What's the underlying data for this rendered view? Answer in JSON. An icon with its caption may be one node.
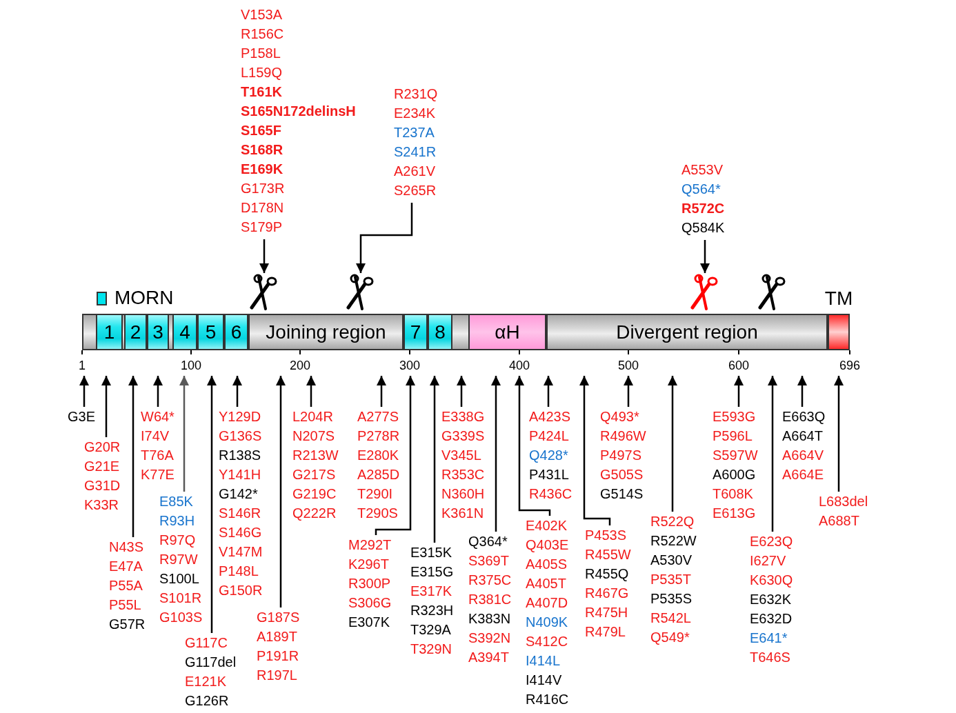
{
  "diagram": {
    "nodes": [
      {
        "text": [
          "V153A",
          "R156C",
          "P158L",
          "L159Q",
          "T161K",
          "S165N172delinsH",
          "S165F",
          "S168R",
          "E169K",
          "G173R",
          "D178N",
          "S179P"
        ]
      },
      {
        "text": [
          "R231Q",
          "E234K",
          "T237A",
          "S241R",
          "A261V",
          "S265R"
        ]
      },
      {
        "text": [
          "A553V",
          "Q564*",
          "R572C",
          "Q584K"
        ]
      },
      {
        "text": [],
        "shape": "picture"
      },
      {
        "text": [],
        "shape": "picture"
      },
      {
        "text": [],
        "shape": "picture"
      },
      {
        "text": [],
        "shape": "picture"
      },
      {
        "text": [],
        "shape": "bar"
      },
      {
        "text": [
          "1"
        ],
        "in": 7
      },
      {
        "text": [
          "2"
        ],
        "in": 7
      },
      {
        "text": [
          "3"
        ],
        "in": 7
      },
      {
        "text": [
          "4"
        ],
        "in": 7
      },
      {
        "text": [
          "5"
        ],
        "in": 7
      },
      {
        "text": [
          "6"
        ],
        "in": 7
      },
      {
        "text": [
          "Joining region"
        ],
        "in": 7
      },
      {
        "text": [
          "7"
        ],
        "in": 7
      },
      {
        "text": [
          "8"
        ],
        "in": 7
      },
      {
        "text": [
          "αH"
        ],
        "in": 7
      },
      {
        "text": [
          "Divergent region"
        ],
        "in": 7
      },
      {
        "text": [
          "TM"
        ],
        "in": 7
      },
      {
        "text": [
          "G3E"
        ]
      },
      {
        "text": [
          "G20R",
          "G21E",
          "G31D",
          "K33R"
        ]
      },
      {
        "text": [
          "N43S",
          "E47A",
          "P55A",
          "P55L",
          "G57R"
        ]
      },
      {
        "text": [
          "W64*",
          "I74V",
          "T76A",
          "K77E"
        ]
      },
      {
        "text": [
          "E85K",
          "R93H",
          "R97Q",
          "R97W",
          "S100L",
          "S101R",
          "G103S"
        ]
      },
      {
        "text": [
          "G117C",
          "G117del",
          "E121K",
          "G126R"
        ]
      },
      {
        "text": [
          "Y129D",
          "G136S",
          "R138S",
          "Y141H",
          "G142*",
          "S146R",
          "S146G",
          "V147M",
          "P148L",
          "G150R"
        ]
      },
      {
        "text": [
          "G187S",
          "A189T",
          "P191R",
          "R197L"
        ]
      },
      {
        "text": [
          "L204R",
          "N207S",
          "R213W",
          "G217S",
          "G219C",
          "Q222R"
        ]
      },
      {
        "text": [
          "A277S",
          "P278R",
          "E280K",
          "A285D",
          "T290I",
          "T290S"
        ]
      },
      {
        "text": [
          "M292T",
          "K296T",
          "R300P",
          "S306G",
          "E307K"
        ]
      },
      {
        "text": [
          "E315K",
          "E315G",
          "E317K",
          "R323H",
          "T329A",
          "T329N"
        ]
      },
      {
        "text": [
          "E338G",
          "G339S",
          "V345L",
          "R353C",
          "N360H",
          "K361N"
        ]
      },
      {
        "text": [
          "Q364*",
          "S369T",
          "R375C",
          "R381C",
          "K383N",
          "S392N",
          "A394T"
        ]
      },
      {
        "text": [
          "E402K",
          "Q403E",
          "A405S",
          "A405T",
          "A407D",
          "N409K",
          "S412C",
          "I414L",
          "I414V",
          "R416C"
        ]
      },
      {
        "text": [
          "A423S",
          "P424L",
          "Q428*",
          "P431L",
          "R436C"
        ]
      },
      {
        "text": [
          "P453S",
          "R455W",
          "R455Q",
          "R467G",
          "R475H",
          "R479L"
        ]
      },
      {
        "text": [
          "Q493*",
          "R496W",
          "P497S",
          "G505S",
          "G514S"
        ]
      },
      {
        "text": [
          "R522Q",
          "R522W",
          "A530V",
          "P535T",
          "P535S",
          "R542L",
          "Q549*"
        ]
      },
      {
        "text": [
          "E593G",
          "P596L",
          "S597W",
          "A600G",
          "T608K",
          "E613G"
        ]
      },
      {
        "text": [
          "E623Q",
          "I627V",
          "K630Q",
          "E632K",
          "E632D",
          "E641*",
          "T646S"
        ]
      },
      {
        "text": [
          "E663Q",
          "A664T",
          "A664V",
          "A664E"
        ]
      },
      {
        "text": [
          "L683del",
          "A688T"
        ]
      }
    ],
    "edges": [
      {
        "from": 0,
        "to": 3,
        "arrow": "to"
      },
      {
        "from": 1,
        "to": 4,
        "arrow": "to"
      },
      {
        "from": 2,
        "to": 5,
        "arrow": "to"
      },
      {
        "from": 20,
        "to": 7,
        "arrow": "to"
      },
      {
        "from": 21,
        "to": 7,
        "arrow": "to"
      },
      {
        "from": 22,
        "to": 7,
        "arrow": "to"
      },
      {
        "from": 23,
        "to": 7,
        "arrow": "to"
      },
      {
        "from": 24,
        "to": 7,
        "arrow": "to",
        "color": "#595959"
      },
      {
        "from": 25,
        "to": 7,
        "arrow": "to"
      },
      {
        "from": 26,
        "to": 7,
        "arrow": "to"
      },
      {
        "from": 27,
        "to": 7,
        "arrow": "to"
      },
      {
        "from": 28,
        "to": 7,
        "arrow": "to"
      },
      {
        "from": 29,
        "to": 7,
        "arrow": "to"
      },
      {
        "from": 30,
        "to": 7,
        "arrow": "to"
      },
      {
        "from": 31,
        "to": 7,
        "arrow": "to"
      },
      {
        "from": 32,
        "to": 7,
        "arrow": "to"
      },
      {
        "from": 33,
        "to": 7,
        "arrow": "to"
      },
      {
        "from": 34,
        "to": 7,
        "arrow": "to"
      },
      {
        "from": 35,
        "to": 7,
        "arrow": "to"
      },
      {
        "from": 36,
        "to": 7,
        "arrow": "to"
      },
      {
        "from": 37,
        "to": 7,
        "arrow": "to"
      },
      {
        "from": 38,
        "to": 7,
        "arrow": "to"
      },
      {
        "from": 39,
        "to": 7,
        "arrow": "to"
      },
      {
        "from": 40,
        "to": 7,
        "arrow": "to"
      },
      {
        "from": 41,
        "to": 7,
        "arrow": "to"
      },
      {
        "from": 42,
        "to": 7,
        "arrow": "to"
      }
    ],
    "labels": [
      "1",
      "100",
      "200",
      "300",
      "400",
      "500",
      "600",
      "696"
    ],
    "legend": [
      {
        "text": "MORN",
        "color": "#00e5ee"
      }
    ]
  }
}
